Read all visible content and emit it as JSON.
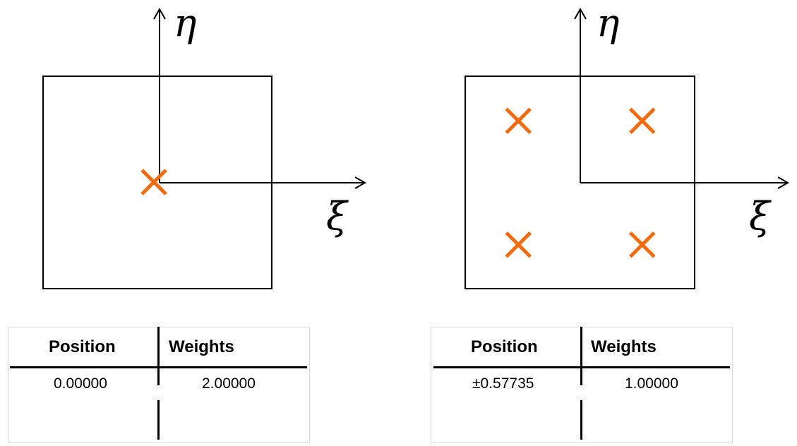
{
  "diagrams": [
    {
      "id": "one-point",
      "axis_x_label": "ξ",
      "axis_y_label": "η",
      "marker_symbol": "cross",
      "marker_color": "#f26b0f",
      "integration_points": [
        {
          "xi": 0,
          "eta": 0
        }
      ],
      "table": {
        "headers": [
          "Position",
          "Weights"
        ],
        "rows": [
          [
            "0.00000",
            "2.00000"
          ]
        ]
      }
    },
    {
      "id": "four-point",
      "axis_x_label": "ξ",
      "axis_y_label": "η",
      "marker_symbol": "cross",
      "marker_color": "#f26b0f",
      "integration_points": [
        {
          "xi": -0.57735,
          "eta": 0.57735
        },
        {
          "xi": 0.57735,
          "eta": 0.57735
        },
        {
          "xi": -0.57735,
          "eta": -0.57735
        },
        {
          "xi": 0.57735,
          "eta": -0.57735
        }
      ],
      "table": {
        "headers": [
          "Position",
          "Weights"
        ],
        "rows": [
          [
            "±0.57735",
            "1.00000"
          ]
        ]
      }
    }
  ]
}
